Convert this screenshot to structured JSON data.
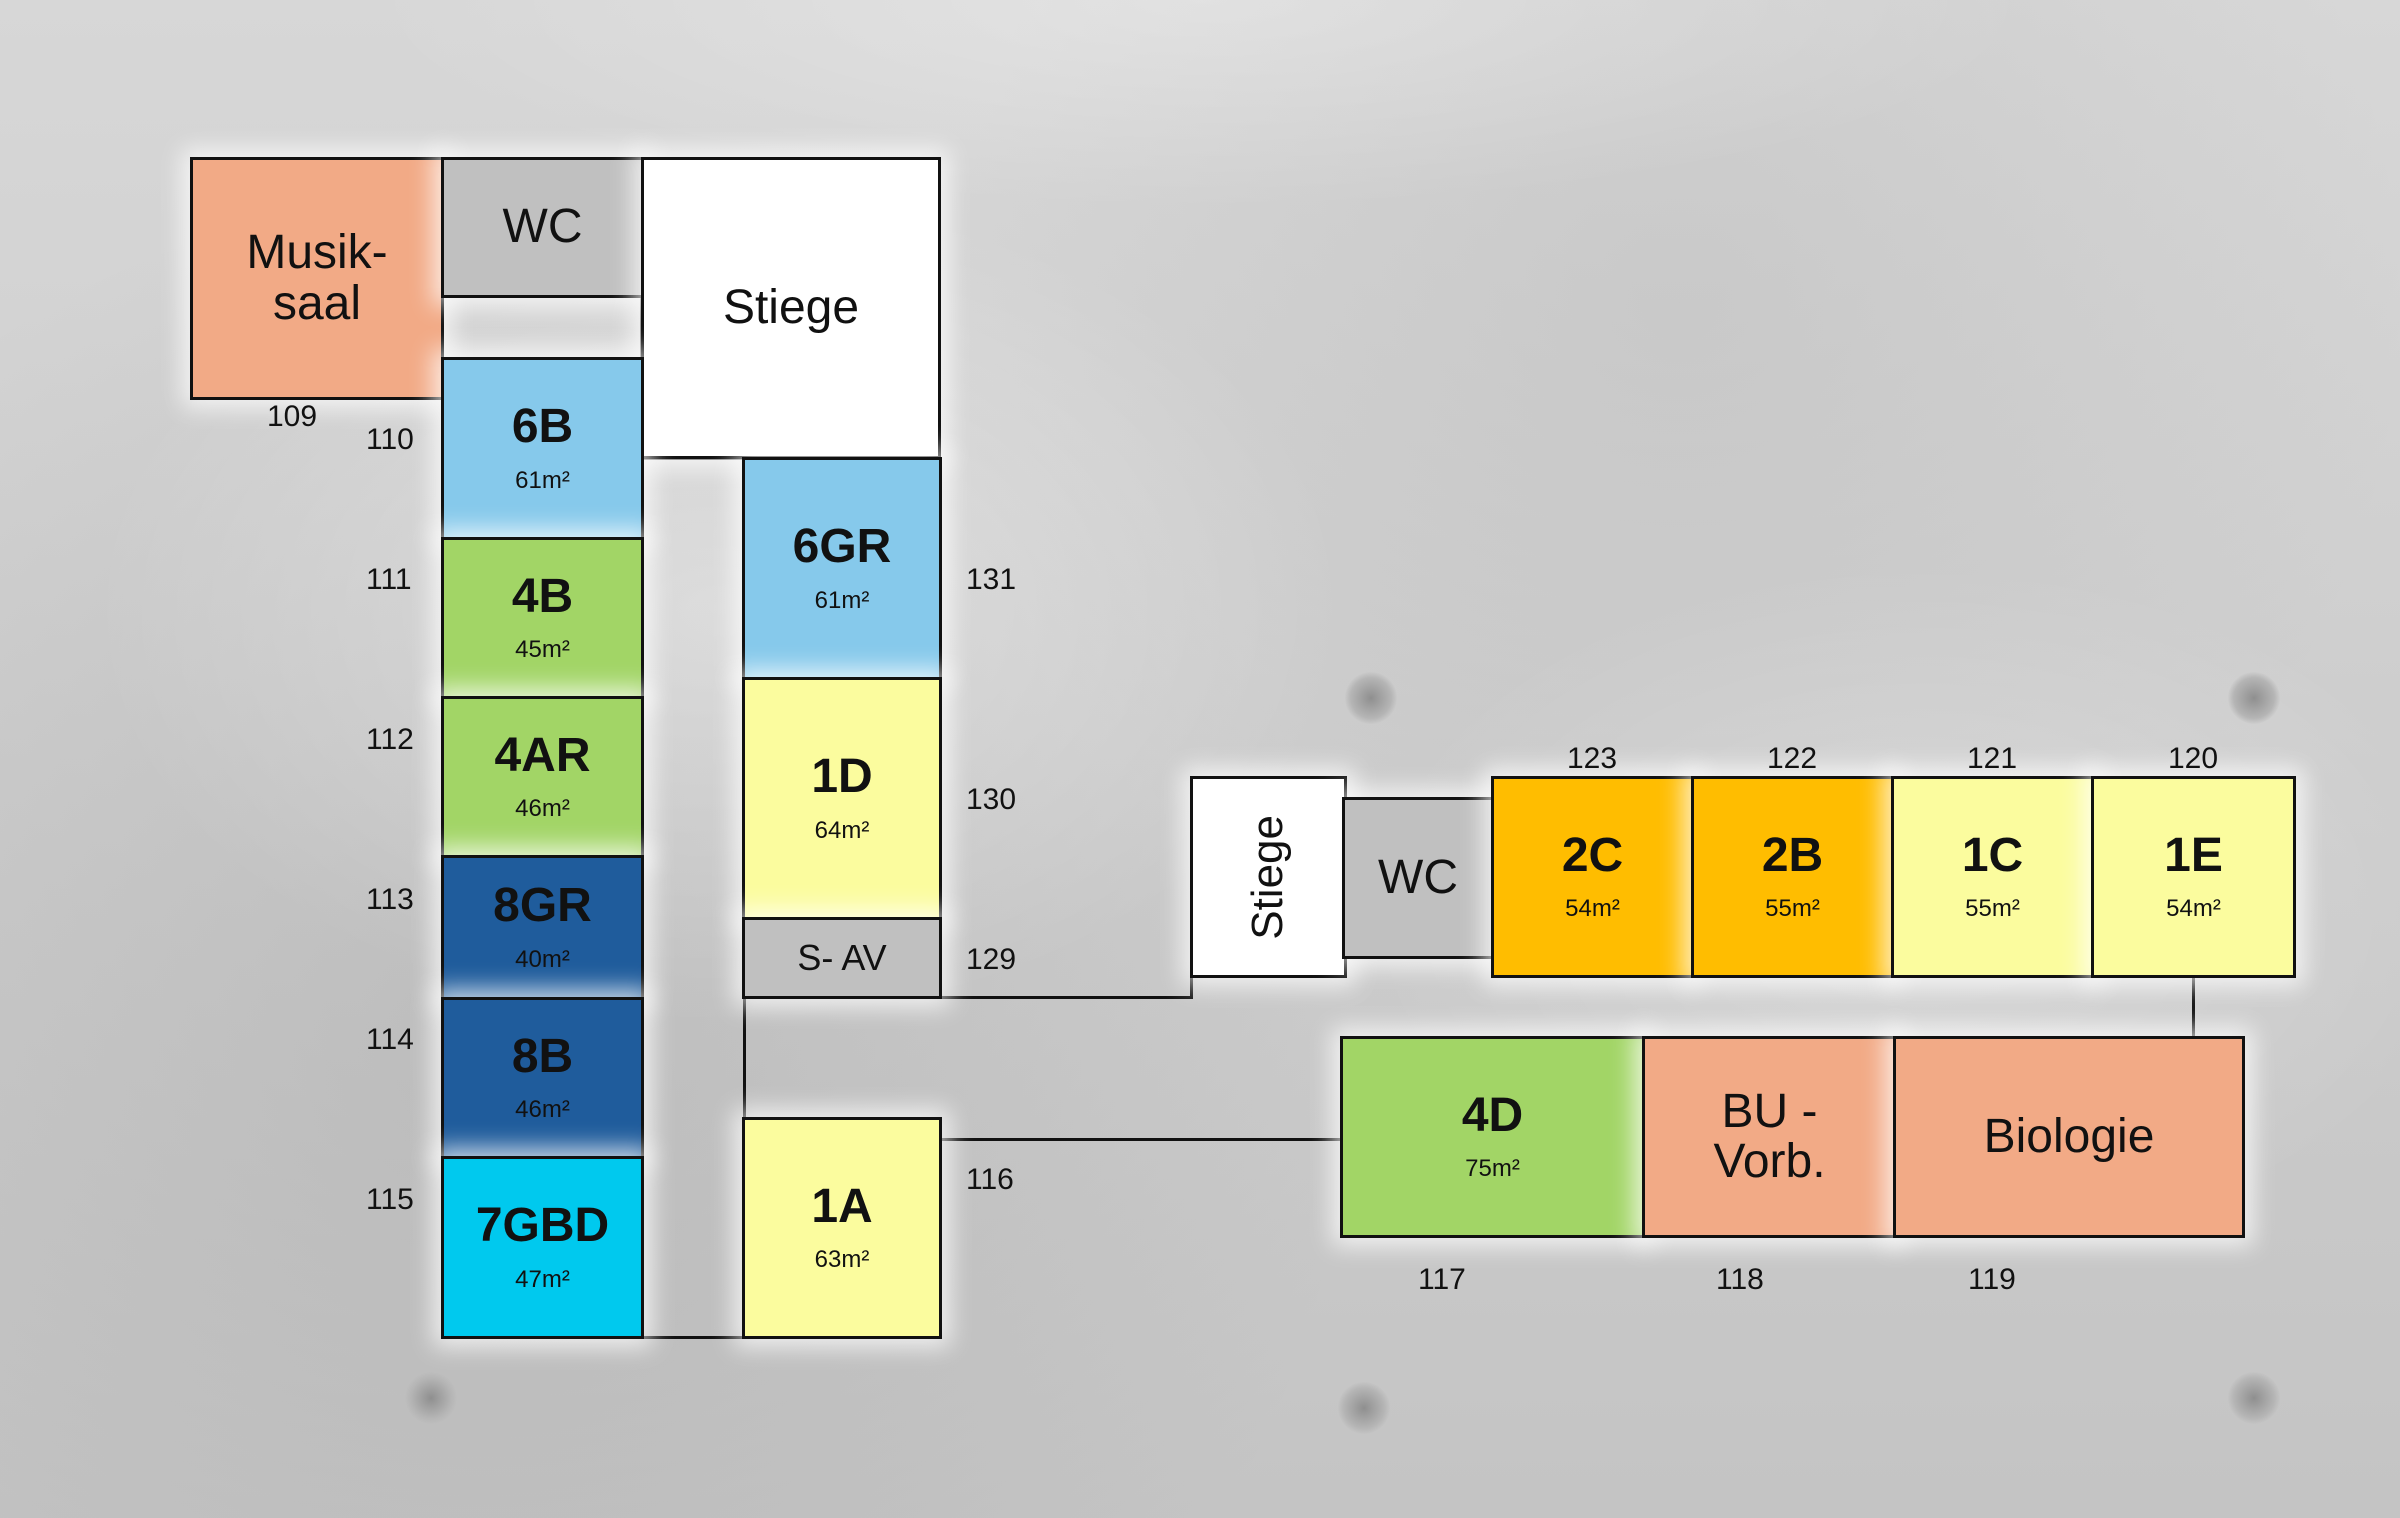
{
  "colors": {
    "orange_room": "#f2aa86",
    "grey_room": "#c0c0c0",
    "white_room": "#ffffff",
    "light_blue": "#86c9eb",
    "green": "#a2d566",
    "dark_blue": "#1f5c9c",
    "cyan": "#00c9ee",
    "light_yellow": "#fbfc9e",
    "amber": "#ffbd00"
  },
  "rooms": [
    {
      "key": "musiksaal",
      "name": "Musik-\nsaal",
      "area": "",
      "number": "109",
      "color": "orange_room",
      "style": "plain"
    },
    {
      "key": "wc_top",
      "name": "WC",
      "area": "",
      "number": "",
      "color": "grey_room",
      "style": "plain"
    },
    {
      "key": "stiege_top",
      "name": "Stiege",
      "area": "",
      "number": "",
      "color": "white_room",
      "style": "plain"
    },
    {
      "key": "r6b",
      "name": "6B",
      "area": "61m²",
      "number": "110",
      "color": "light_blue",
      "style": "bold"
    },
    {
      "key": "r4b",
      "name": "4B",
      "area": "45m²",
      "number": "111",
      "color": "green",
      "style": "bold"
    },
    {
      "key": "r4ar",
      "name": "4AR",
      "area": "46m²",
      "number": "112",
      "color": "green",
      "style": "bold"
    },
    {
      "key": "r8gr",
      "name": "8GR",
      "area": "40m²",
      "number": "113",
      "color": "dark_blue",
      "style": "bold"
    },
    {
      "key": "r8b",
      "name": "8B",
      "area": "46m²",
      "number": "114",
      "color": "dark_blue",
      "style": "bold"
    },
    {
      "key": "r7gbd",
      "name": "7GBD",
      "area": "47m²",
      "number": "115",
      "color": "cyan",
      "style": "bold"
    },
    {
      "key": "r6gr",
      "name": "6GR",
      "area": "61m²",
      "number": "131",
      "color": "light_blue",
      "style": "bold"
    },
    {
      "key": "r1d",
      "name": "1D",
      "area": "64m²",
      "number": "130",
      "color": "light_yellow",
      "style": "bold"
    },
    {
      "key": "sav",
      "name": "S- AV",
      "area": "",
      "number": "129",
      "color": "grey_room",
      "style": "small"
    },
    {
      "key": "r1a",
      "name": "1A",
      "area": "63m²",
      "number": "116",
      "color": "light_yellow",
      "style": "bold"
    },
    {
      "key": "stiege_right",
      "name": "Stiege",
      "area": "",
      "number": "",
      "color": "white_room",
      "style": "vertical"
    },
    {
      "key": "wc_right",
      "name": "WC",
      "area": "",
      "number": "",
      "color": "grey_room",
      "style": "plain"
    },
    {
      "key": "r2c",
      "name": "2C",
      "area": "54m²",
      "number": "123",
      "color": "amber",
      "style": "bold"
    },
    {
      "key": "r2b",
      "name": "2B",
      "area": "55m²",
      "number": "122",
      "color": "amber",
      "style": "bold"
    },
    {
      "key": "r1c",
      "name": "1C",
      "area": "55m²",
      "number": "121",
      "color": "light_yellow",
      "style": "bold"
    },
    {
      "key": "r1e",
      "name": "1E",
      "area": "54m²",
      "number": "120",
      "color": "light_yellow",
      "style": "bold"
    },
    {
      "key": "r4d",
      "name": "4D",
      "area": "75m²",
      "number": "117",
      "color": "green",
      "style": "bold"
    },
    {
      "key": "buvorb",
      "name": "BU -\nVorb.",
      "area": "",
      "number": "118",
      "color": "orange_room",
      "style": "plain"
    },
    {
      "key": "biologie",
      "name": "Biologie",
      "area": "",
      "number": "119",
      "color": "orange_room",
      "style": "plain"
    }
  ]
}
